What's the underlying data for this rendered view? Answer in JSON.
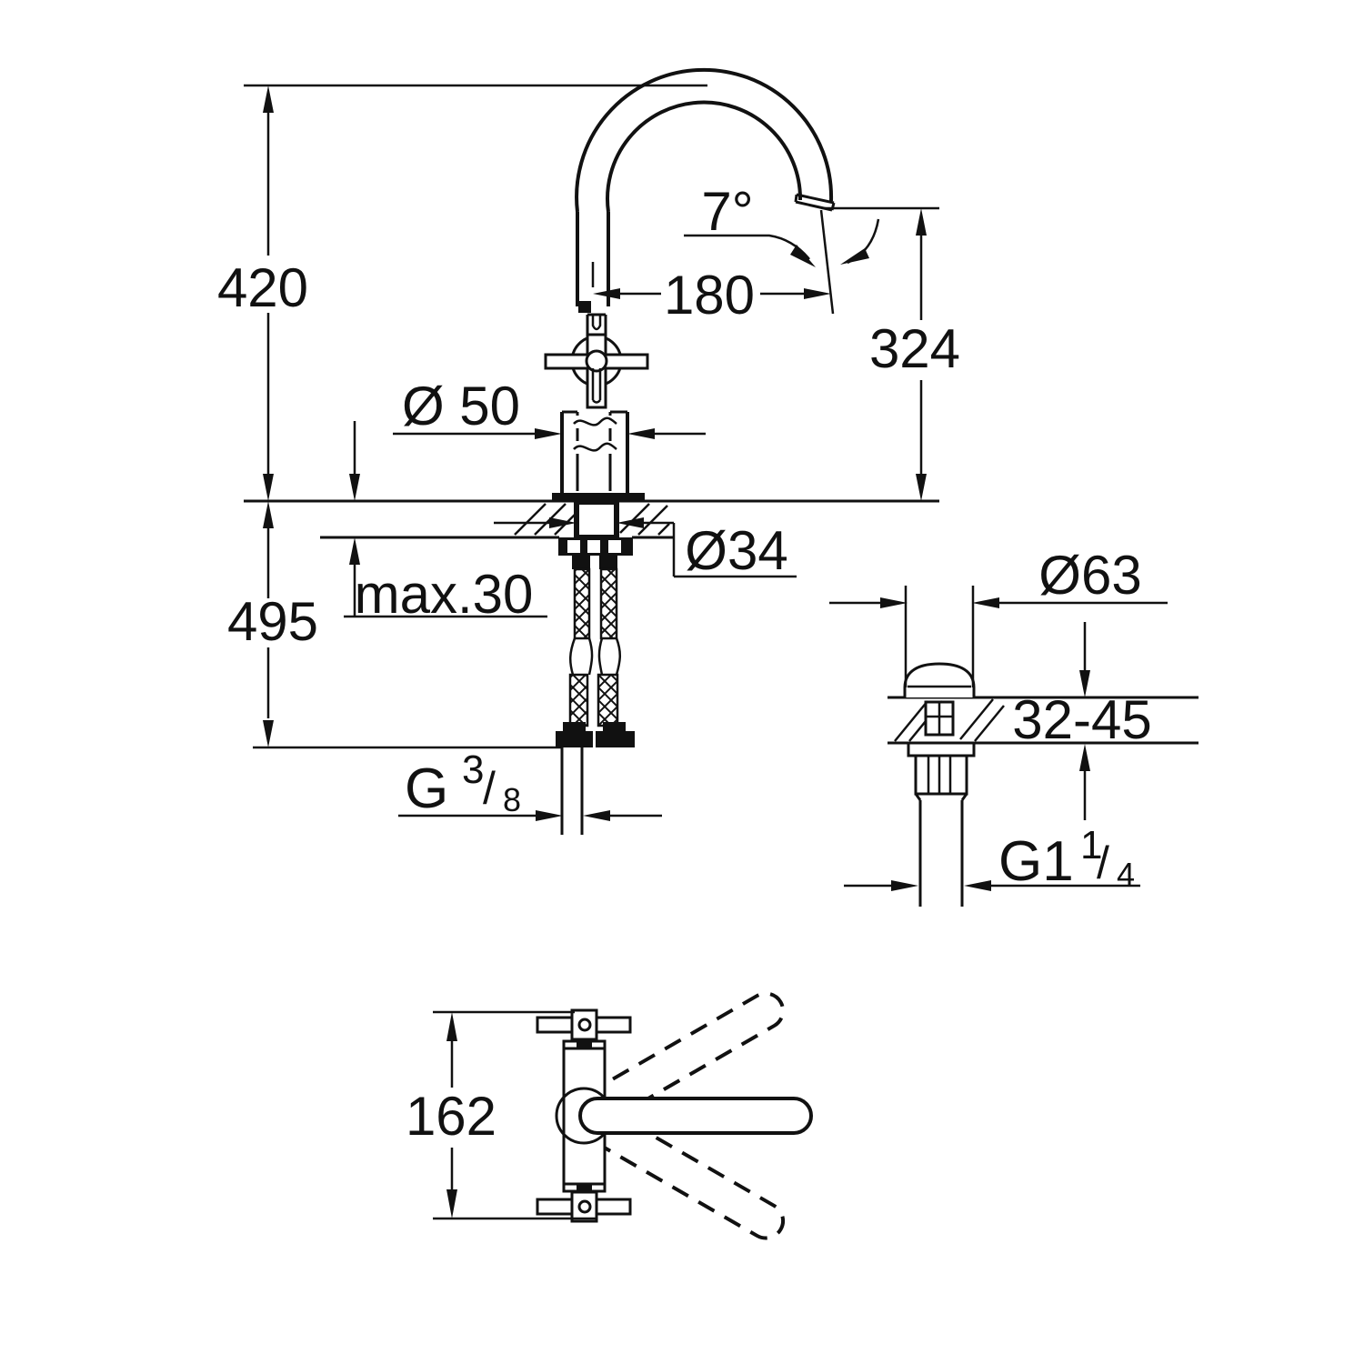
{
  "drawing": {
    "kind": "faucet-installation-dimension-diagram",
    "background": "#ffffff",
    "line_color": "#111111",
    "labels": {
      "total_height": "420",
      "below_counter_height": "495",
      "spout_angle": "7°",
      "spout_reach": "180",
      "spout_height": "324",
      "base_diameter": "Ø 50",
      "mount_hole_diameter": "Ø34",
      "deck_thickness": "max.30",
      "supply_thread_g": "G",
      "supply_thread_num": "3",
      "supply_thread_slash": "/",
      "supply_thread_den": "8",
      "waste_flange_diameter": "Ø63",
      "waste_deck_range": "32-45",
      "waste_thread_g": "G1",
      "waste_thread_num": "1",
      "waste_thread_slash": "/",
      "waste_thread_den": "4",
      "swivel_depth": "162"
    }
  }
}
